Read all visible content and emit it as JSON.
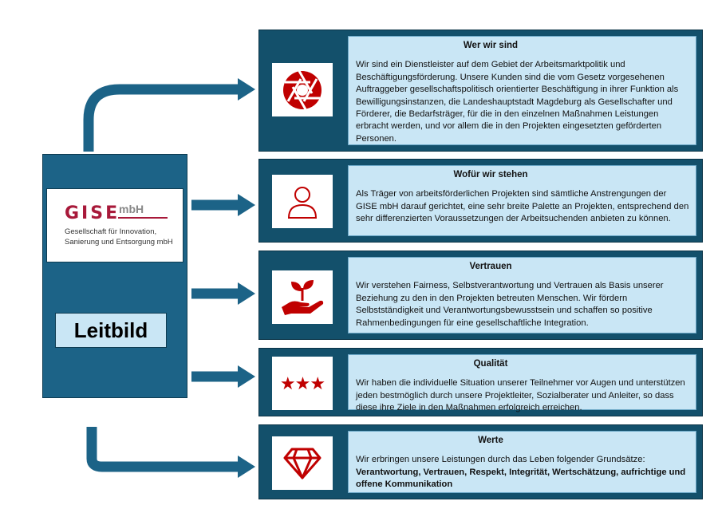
{
  "logo": {
    "name": "GISE",
    "suffix": "mbH",
    "subtitle_line1": "Gesellschaft für Innovation,",
    "subtitle_line2": "Sanierung und Entsorgung mbH"
  },
  "title": "Leitbild",
  "cards": [
    {
      "title": "Wer wir sind",
      "icon": "aperture-icon",
      "text": "Wir sind ein Dienstleister auf dem Gebiet der Arbeitsmarktpolitik und Beschäftigungsförderung. Unsere Kunden sind die vom Gesetz vorgesehenen Auftraggeber gesellschaftspolitisch orientierter Beschäftigung in ihrer Funktion als Bewilligungsinstanzen, die Landeshauptstadt Magdeburg als Gesellschafter und Förderer, die Bedarfsträger, für die in den einzelnen Maßnahmen Leistungen erbracht werden, und vor allem die in den Projekten eingesetzten geförderten Personen."
    },
    {
      "title": "Wofür wir stehen",
      "icon": "person-icon",
      "text": "Als Träger von arbeitsförderlichen Projekten sind sämtliche Anstrengungen der GISE mbH darauf gerichtet, eine sehr breite Palette an Projekten, entsprechend den sehr differenzierten Voraussetzungen der Arbeitsuchenden anbieten zu können."
    },
    {
      "title": "Vertrauen",
      "icon": "hand-plant-icon",
      "text": "Wir verstehen Fairness, Selbstverantwortung und Vertrauen als Basis unserer Beziehung zu den in den Projekten betreuten Menschen. Wir fördern Selbstständigkeit und Verantwortungsbewusstsein und schaffen so positive Rahmenbedingungen für eine gesellschaftliche Integration."
    },
    {
      "title": "Qualität",
      "icon": "three-stars-icon",
      "text": "Wir haben die individuelle Situation unserer Teilnehmer vor Augen und unterstützen jeden bestmöglich durch unsere Projektleiter, Sozialberater und Anleiter, so dass diese ihre Ziele in den Maßnahmen erfolgreich erreichen."
    },
    {
      "title": "Werte",
      "icon": "diamond-icon",
      "text": "Wir erbringen unsere Leistungen durch das Leben folgender Grundsätze:",
      "bold": "Verantwortung, Vertrauen, Respekt, Integrität, Wertschätzung, aufrichtige und offene Kommunikation"
    }
  ],
  "colors": {
    "dark": "#13506b",
    "panel": "#1c6387",
    "light": "#c9e6f5",
    "red": "#c00000"
  }
}
